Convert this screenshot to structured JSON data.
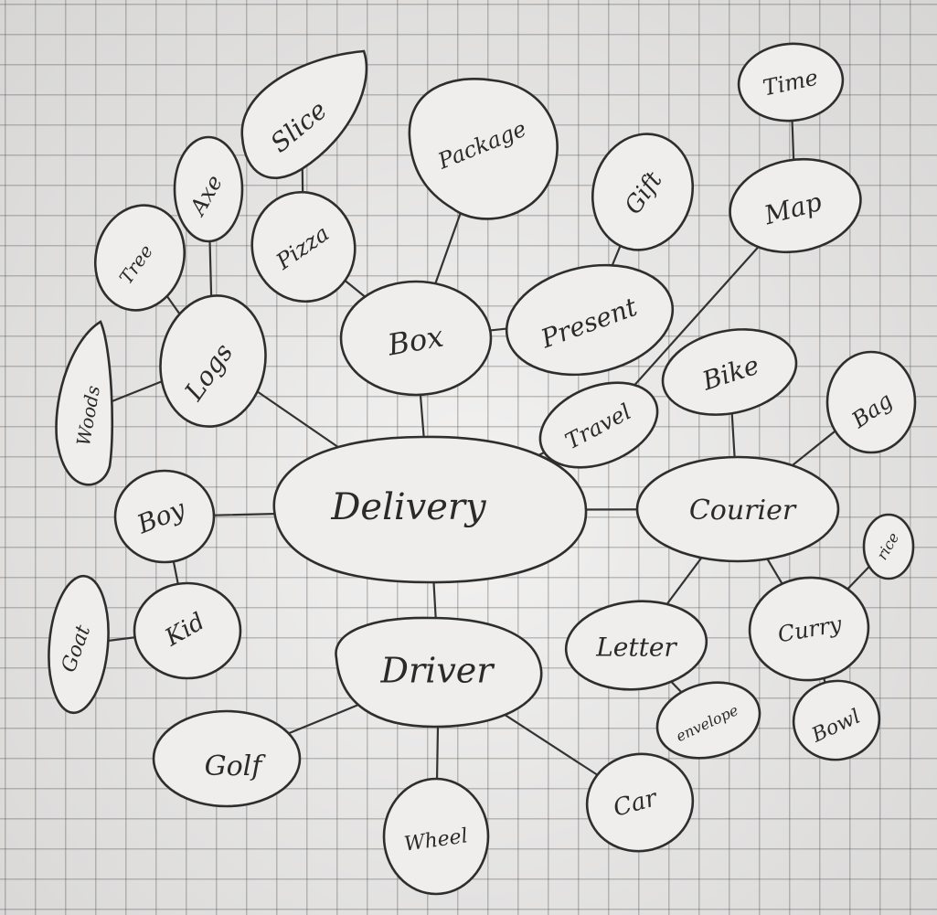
{
  "central": "Delivery",
  "nodes": {
    "box": "Box",
    "pizza": "Pizza",
    "slice": "Slice",
    "package": "Package",
    "present": "Present",
    "gift": "Gift",
    "travel": "Travel",
    "map": "Map",
    "time": "Time",
    "bike": "Bike",
    "bag": "Bag",
    "courier": "Courier",
    "curry": "Curry",
    "rice": "rice",
    "bowl": "Bowl",
    "letter": "Letter",
    "envelope": "envelope",
    "driver": "Driver",
    "car": "Car",
    "wheel": "Wheel",
    "golf": "Golf",
    "logs": "Logs",
    "axe": "Axe",
    "tree": "Tree",
    "woods": "Woods",
    "boy": "Boy",
    "kid": "Kid",
    "goat": "Goat"
  },
  "edges": [
    [
      "delivery",
      "box"
    ],
    [
      "box",
      "pizza"
    ],
    [
      "pizza",
      "slice"
    ],
    [
      "box",
      "package"
    ],
    [
      "box",
      "present"
    ],
    [
      "present",
      "gift"
    ],
    [
      "delivery",
      "travel"
    ],
    [
      "travel",
      "map"
    ],
    [
      "map",
      "time"
    ],
    [
      "delivery",
      "courier"
    ],
    [
      "courier",
      "bike"
    ],
    [
      "courier",
      "bag"
    ],
    [
      "courier",
      "curry"
    ],
    [
      "curry",
      "rice"
    ],
    [
      "curry",
      "bowl"
    ],
    [
      "courier",
      "letter"
    ],
    [
      "letter",
      "envelope"
    ],
    [
      "delivery",
      "driver"
    ],
    [
      "driver",
      "car"
    ],
    [
      "driver",
      "wheel"
    ],
    [
      "driver",
      "golf"
    ],
    [
      "delivery",
      "logs"
    ],
    [
      "logs",
      "axe"
    ],
    [
      "logs",
      "tree"
    ],
    [
      "logs",
      "woods"
    ],
    [
      "delivery",
      "boy"
    ],
    [
      "boy",
      "kid"
    ],
    [
      "kid",
      "goat"
    ]
  ]
}
